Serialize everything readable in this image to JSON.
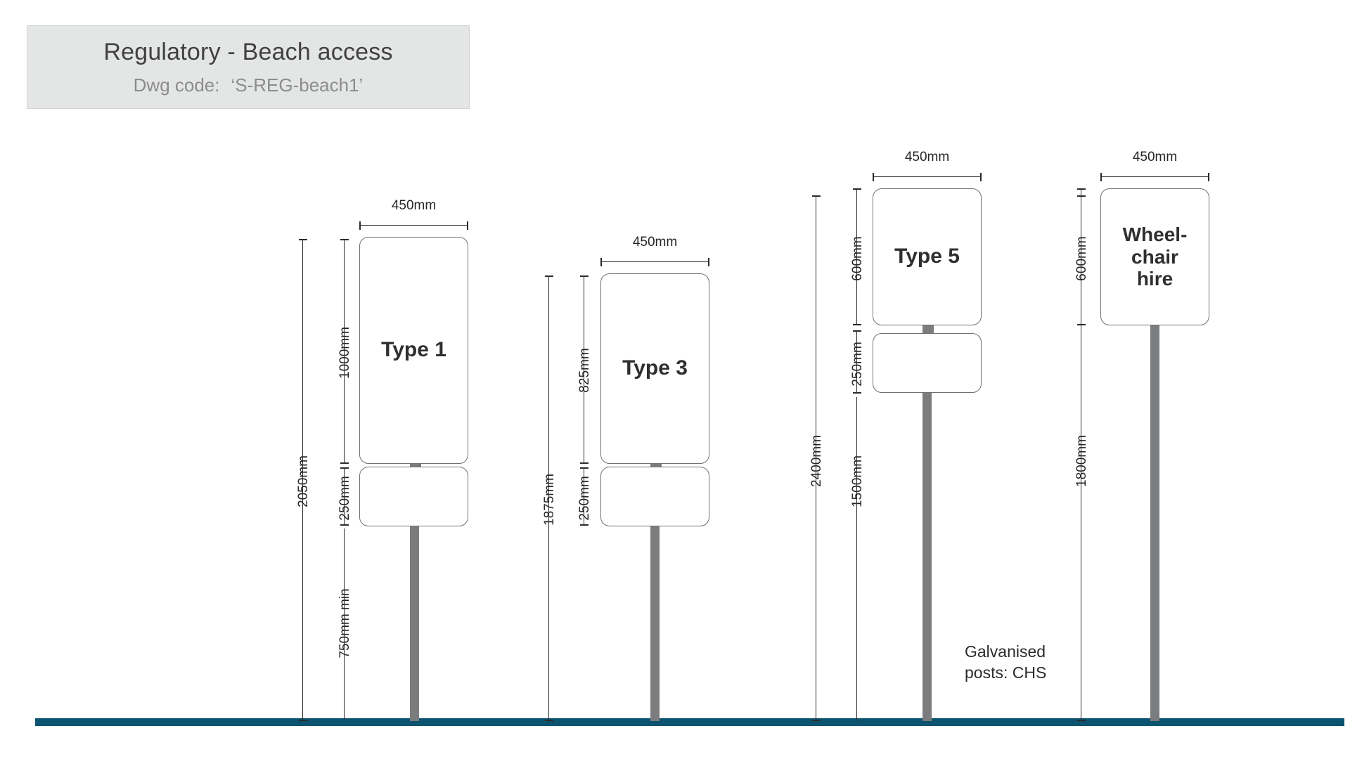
{
  "title_block": {
    "heading": "Regulatory - Beach access",
    "dwg_label": "Dwg code:",
    "dwg_code": "‘S-REG-beach1’"
  },
  "colors": {
    "ground": "#0b536e",
    "post": "#7b7c7e",
    "panel_stroke": "#6f7072",
    "title_bg": "#e4e6e6",
    "dim_line": "#2b2b2b",
    "text": "#2f2f2f"
  },
  "notes": {
    "galvanised_line1": "Galvanised",
    "galvanised_line2": "posts: CHS"
  },
  "assemblies": [
    {
      "id": "type-1",
      "panel_label": "Type 1",
      "width_label": "450mm",
      "overall_label": "2050mm",
      "main_panel_label": "1000mm",
      "lower_panel_label": "250mm",
      "post_label": "750mm min",
      "has_lower_panel": true
    },
    {
      "id": "type-3",
      "panel_label": "Type 3",
      "width_label": "450mm",
      "overall_label": "1875mm",
      "main_panel_label": "825mm",
      "lower_panel_label": "250mm",
      "has_lower_panel": true
    },
    {
      "id": "type-5",
      "panel_label": "Type 5",
      "width_label": "450mm",
      "overall_label": "2400mm",
      "main_panel_label": "600mm",
      "lower_panel_label": "250mm",
      "post_label": "1500mm",
      "has_lower_panel": true
    },
    {
      "id": "wheelchair-hire",
      "panel_label": "Wheel-\nchair\nhire",
      "panel_line1": "Wheel-",
      "panel_line2": "chair",
      "panel_line3": "hire",
      "width_label": "450mm",
      "overall_label": "1800mm",
      "main_panel_label": "600mm",
      "has_lower_panel": false
    }
  ]
}
